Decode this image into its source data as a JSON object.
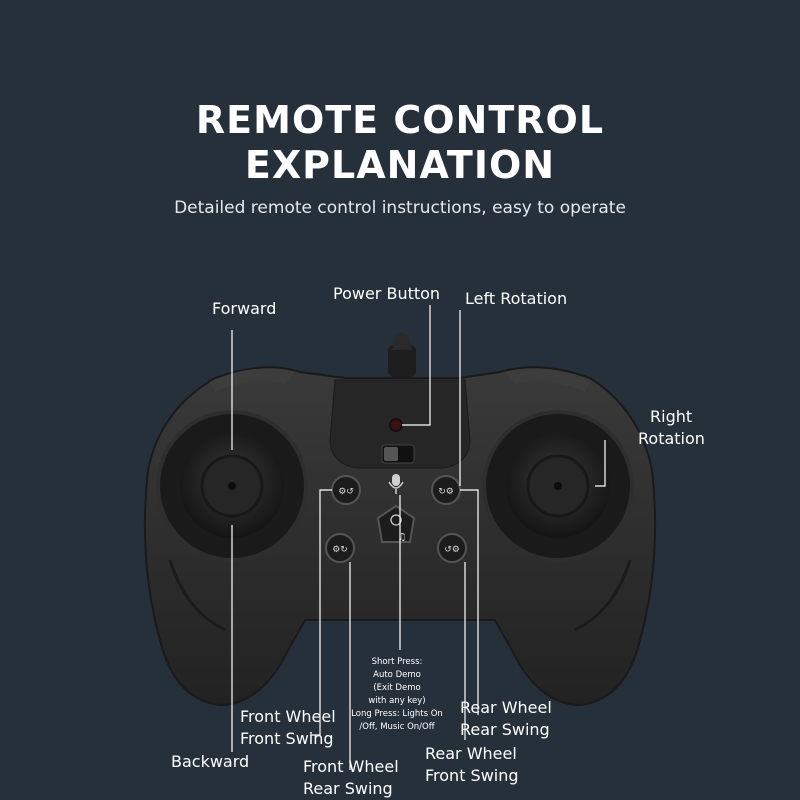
{
  "header": {
    "title_line1": "REMOTE CONTROL",
    "title_line2": "EXPLANATION",
    "subtitle": "Detailed remote control instructions, easy to operate"
  },
  "labels": {
    "forward": "Forward",
    "power_button": "Power Button",
    "left_rotation": "Left Rotation",
    "right_rotation_1": "Right",
    "right_rotation_2": "Rotation",
    "backward": "Backward",
    "front_wheel_front_swing_1": "Front Wheel",
    "front_wheel_front_swing_2": "Front Swing",
    "front_wheel_rear_swing_1": "Front Wheel",
    "front_wheel_rear_swing_2": "Rear Swing",
    "rear_wheel_rear_swing_1": "Rear Wheel",
    "rear_wheel_rear_swing_2": "Rear Swing",
    "rear_wheel_front_swing_1": "Rear Wheel",
    "rear_wheel_front_swing_2": "Front Swing"
  },
  "center_note": {
    "line1": "Short Press:",
    "line2": "Auto Demo",
    "line3": "(Exit Demo",
    "line4": "with any key)",
    "line5": "Long Press: Lights On",
    "line6": "/Off, Music On/Off"
  },
  "colors": {
    "background": "#26303a",
    "controller": "#2b2b2b",
    "leader_line": "#ffffff"
  },
  "icons": [
    "microphone-icon",
    "music-note-icon",
    "wheel-swing-icon"
  ]
}
